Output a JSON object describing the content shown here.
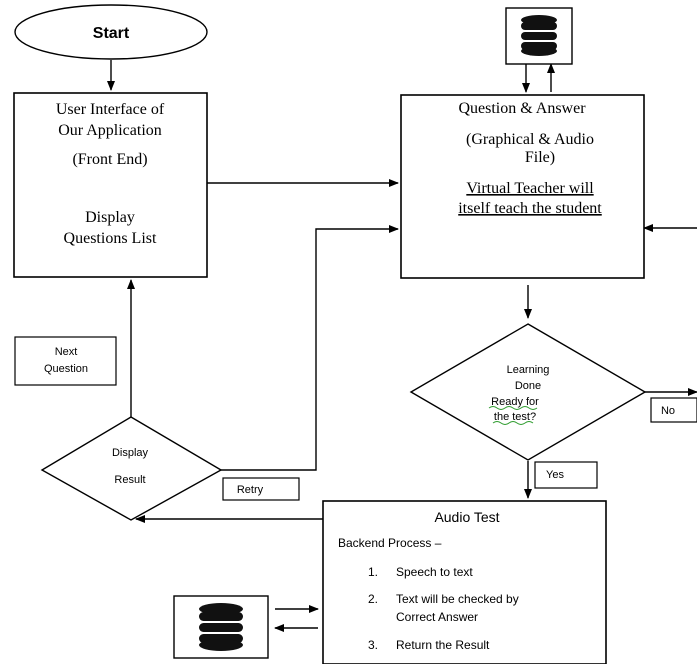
{
  "start": {
    "label": "Start"
  },
  "ui_box": {
    "lines": [
      "User Interface of",
      "Our Application",
      "(Front End)",
      "Display",
      "Questions List"
    ]
  },
  "qa_box": {
    "lines": [
      "Question & Answer",
      "(Graphical & Audio",
      "File)"
    ],
    "underlined": [
      "Virtual Teacher will",
      "itself teach the student"
    ]
  },
  "next_question": {
    "lines": [
      "Next",
      "Question"
    ]
  },
  "display_result": {
    "lines": [
      "Display",
      "Result"
    ]
  },
  "retry": {
    "label": "Retry"
  },
  "learning": {
    "lines": [
      "Learning",
      "Done"
    ],
    "highlight_lines": [
      "Ready for",
      "the test?"
    ]
  },
  "no_label": {
    "label": "No"
  },
  "yes_label": {
    "label": "Yes"
  },
  "audio_test": {
    "title": "Audio Test",
    "subtitle": "Backend Process –",
    "steps": [
      {
        "num": "1.",
        "lines": [
          "Speech to text"
        ]
      },
      {
        "num": "2.",
        "lines": [
          "Text will be checked by",
          "Correct Answer"
        ]
      },
      {
        "num": "3.",
        "lines": [
          "Return the Result"
        ]
      }
    ]
  },
  "colors": {
    "stroke": "#000000",
    "highlight_underline": "#2e9c2e",
    "database": "#000000"
  },
  "icons": [
    "database-icon-top",
    "database-icon-bottom"
  ]
}
